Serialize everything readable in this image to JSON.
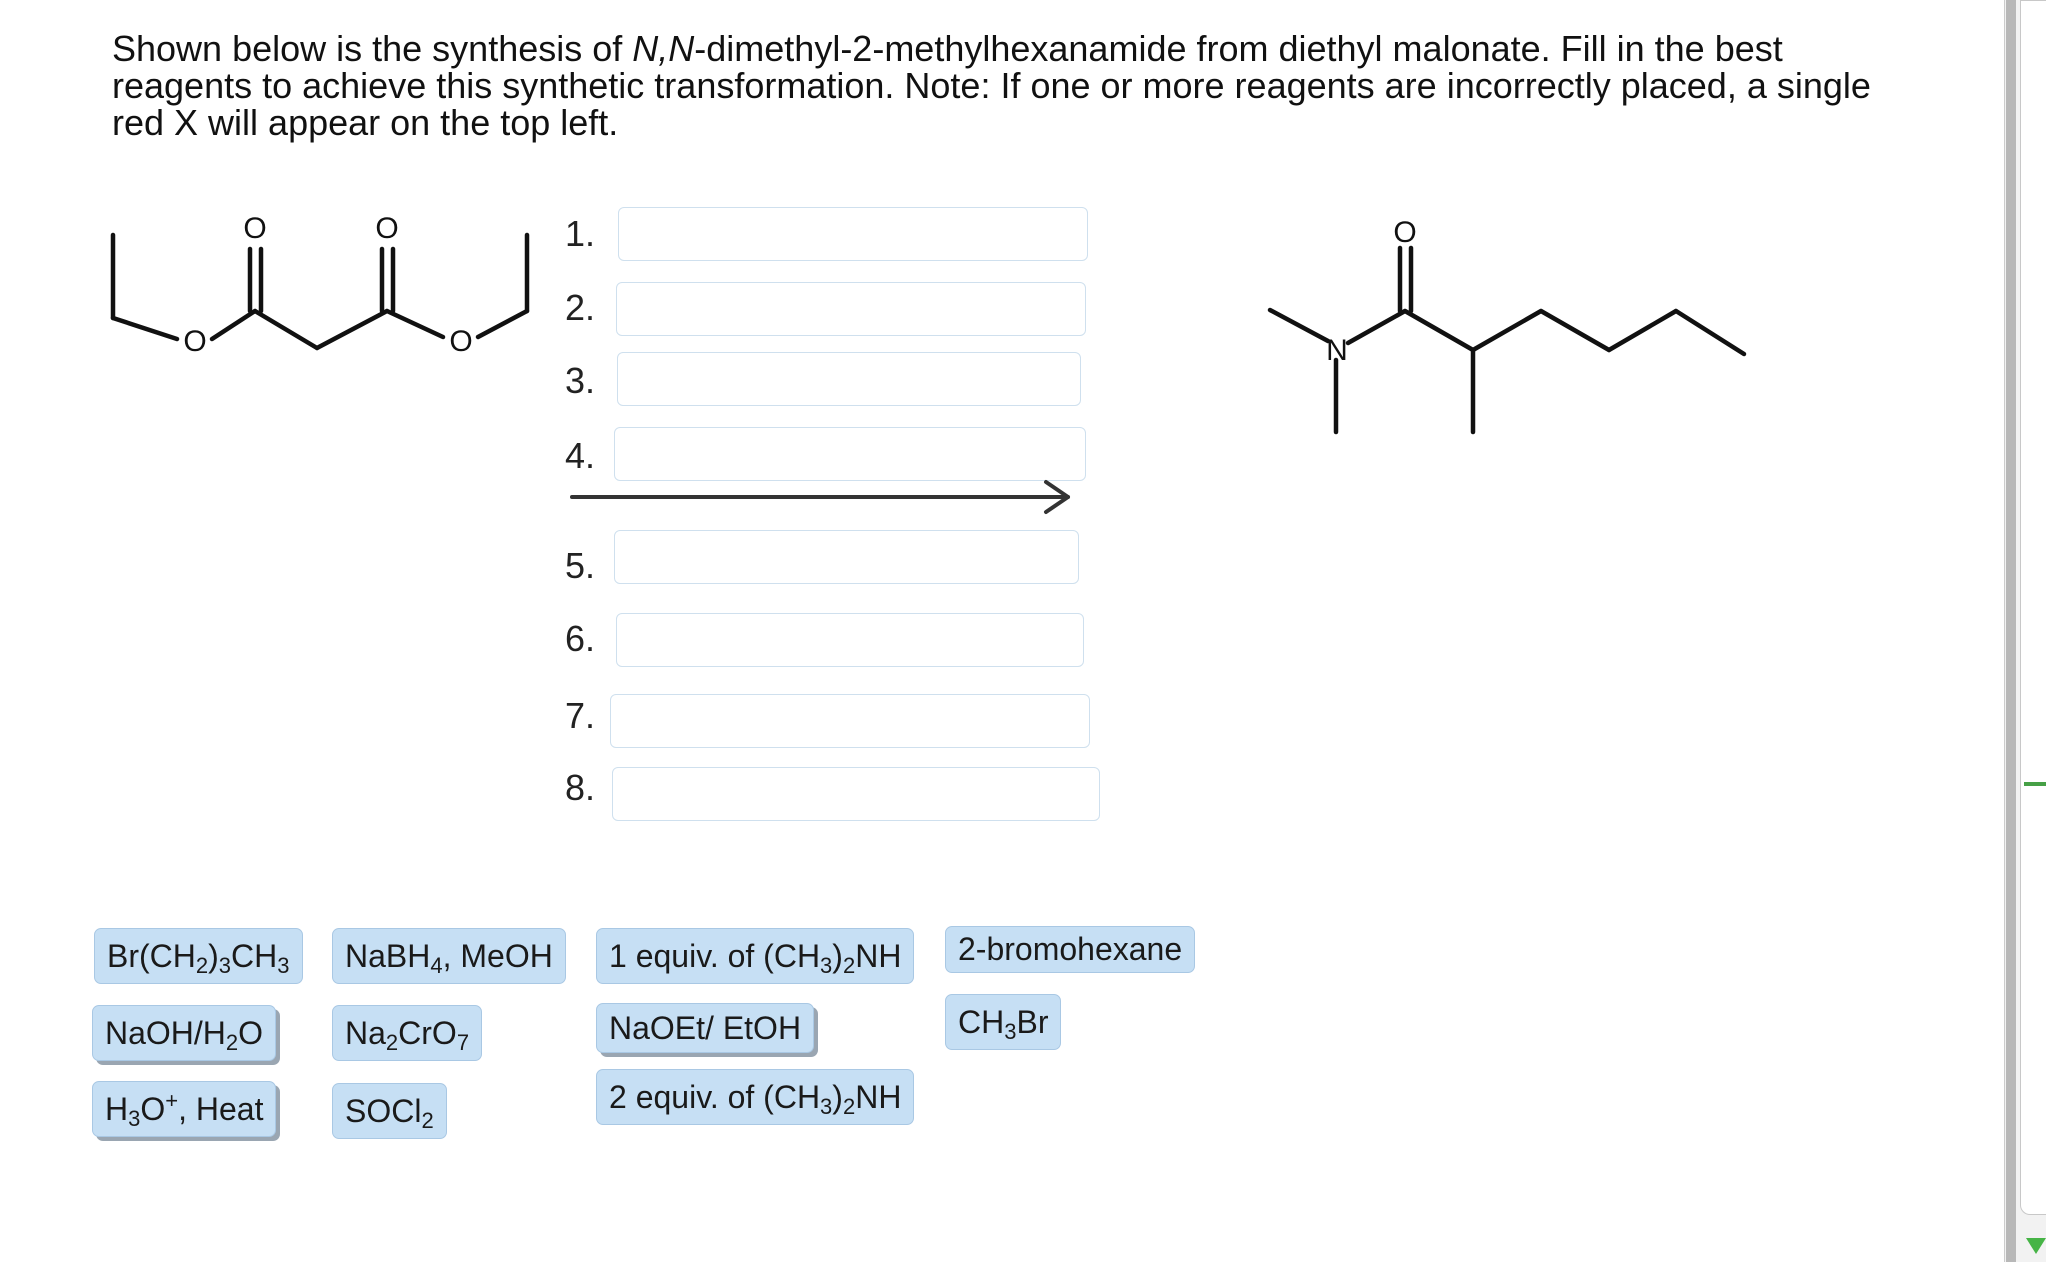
{
  "question": {
    "part1": "Shown below is the synthesis of ",
    "italic": "N,N",
    "part2": "-dimethyl-2-methylhexanamide from diethyl malonate. Fill in the best reagents to achieve this synthetic transformation. Note: If one or more reagents are incorrectly placed, a single red X will appear on the top left."
  },
  "structures": {
    "start_o1": "O",
    "start_o2": "O",
    "start_o3": "O",
    "start_o4": "O",
    "product_o": "O",
    "product_n": "N"
  },
  "steps": [
    {
      "number": "1.",
      "value": ""
    },
    {
      "number": "2.",
      "value": ""
    },
    {
      "number": "3.",
      "value": ""
    },
    {
      "number": "4.",
      "value": ""
    },
    {
      "number": "5.",
      "value": ""
    },
    {
      "number": "6.",
      "value": ""
    },
    {
      "number": "7.",
      "value": ""
    },
    {
      "number": "8.",
      "value": ""
    }
  ],
  "reagents": {
    "br_butane": {
      "a": "Br(CH",
      "s1": "2",
      "b": ")",
      "s2": "3",
      "c": "CH",
      "s3": "3"
    },
    "nabh4": {
      "a": "NaBH",
      "s1": "4",
      "b": ", MeOH"
    },
    "one_equiv_amine": {
      "a": "1 equiv. of (CH",
      "s1": "3",
      "b": ")",
      "s2": "2",
      "c": "NH"
    },
    "bromohexane": {
      "a": "2-bromohexane"
    },
    "naoh": {
      "a": "NaOH/H",
      "s1": "2",
      "b": "O"
    },
    "na2cro7": {
      "a": "Na",
      "s1": "2",
      "b": "CrO",
      "s2": "7"
    },
    "naoet": {
      "a": "NaOEt/ EtOH"
    },
    "ch3br": {
      "a": "CH",
      "s1": "3",
      "b": "Br"
    },
    "h3o": {
      "a": "H",
      "s1": "3",
      "b": "O",
      "sup": "+",
      "c": ", Heat"
    },
    "socl2": {
      "a": "SOCl",
      "s1": "2"
    },
    "two_equiv_amine": {
      "a": "2 equiv. of (CH",
      "s1": "3",
      "b": ")",
      "s2": "2",
      "c": "NH"
    }
  },
  "colors": {
    "chip_fill": "#c6dff4",
    "chip_border": "#a9c8e4",
    "box_border": "#cfe0ee",
    "scroll_accent": "#46b446"
  }
}
